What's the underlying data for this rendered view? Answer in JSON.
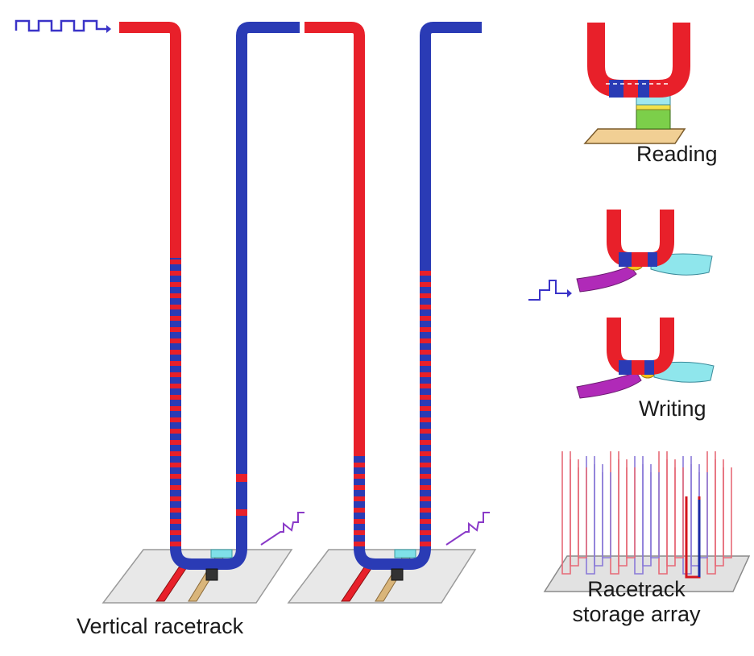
{
  "labels": {
    "vertical": "Vertical racetrack",
    "reading": "Reading",
    "writing": "Writing",
    "array_line1": "Racetrack",
    "array_line2": "storage array"
  },
  "colors": {
    "red_domain": "#e8202a",
    "blue_domain": "#2a3bb5",
    "pulse": "#3a33c8",
    "substrate": "#e6e6e6",
    "wire_tan": "#d9b57a",
    "write_magenta": "#b02ab8",
    "write_cyan": "#7fe0e8",
    "read_green": "#7ccf4a",
    "read_yellow": "#f2e24a"
  },
  "icons": [
    "pulse-train-icon",
    "pulse-step-icon",
    "write-pulse-icon"
  ]
}
